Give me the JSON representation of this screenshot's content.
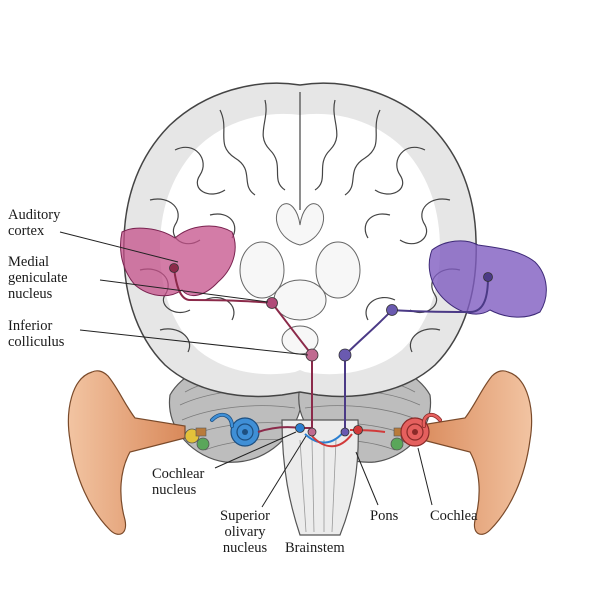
{
  "labels": {
    "auditory_cortex": "Auditory\ncortex",
    "medial_geniculate_nucleus": "Medial\ngeniculate\nnucleus",
    "inferior_colliculus": "Inferior\ncolliculus",
    "cochlear_nucleus": "Cochlear\nnucleus",
    "superior_olivary_nucleus": "Superior\nolivary\nnucleus",
    "brainstem": "Brainstem",
    "pons": "Pons",
    "cochlea": "Cochlea"
  },
  "colors": {
    "left_pathway": "#8b2a4a",
    "right_pathway": "#4b3a86",
    "left_auditory_cortex": "#c4508a",
    "right_auditory_cortex": "#7f5cc0",
    "left_cochlea": "#3f8fd6",
    "right_cochlea": "#e5605e",
    "outer_ear": "#e9a57a",
    "brain_tissue": "#e4e4e4",
    "white_matter": "#ffffff",
    "cerebellum": "#b8b8b8"
  }
}
